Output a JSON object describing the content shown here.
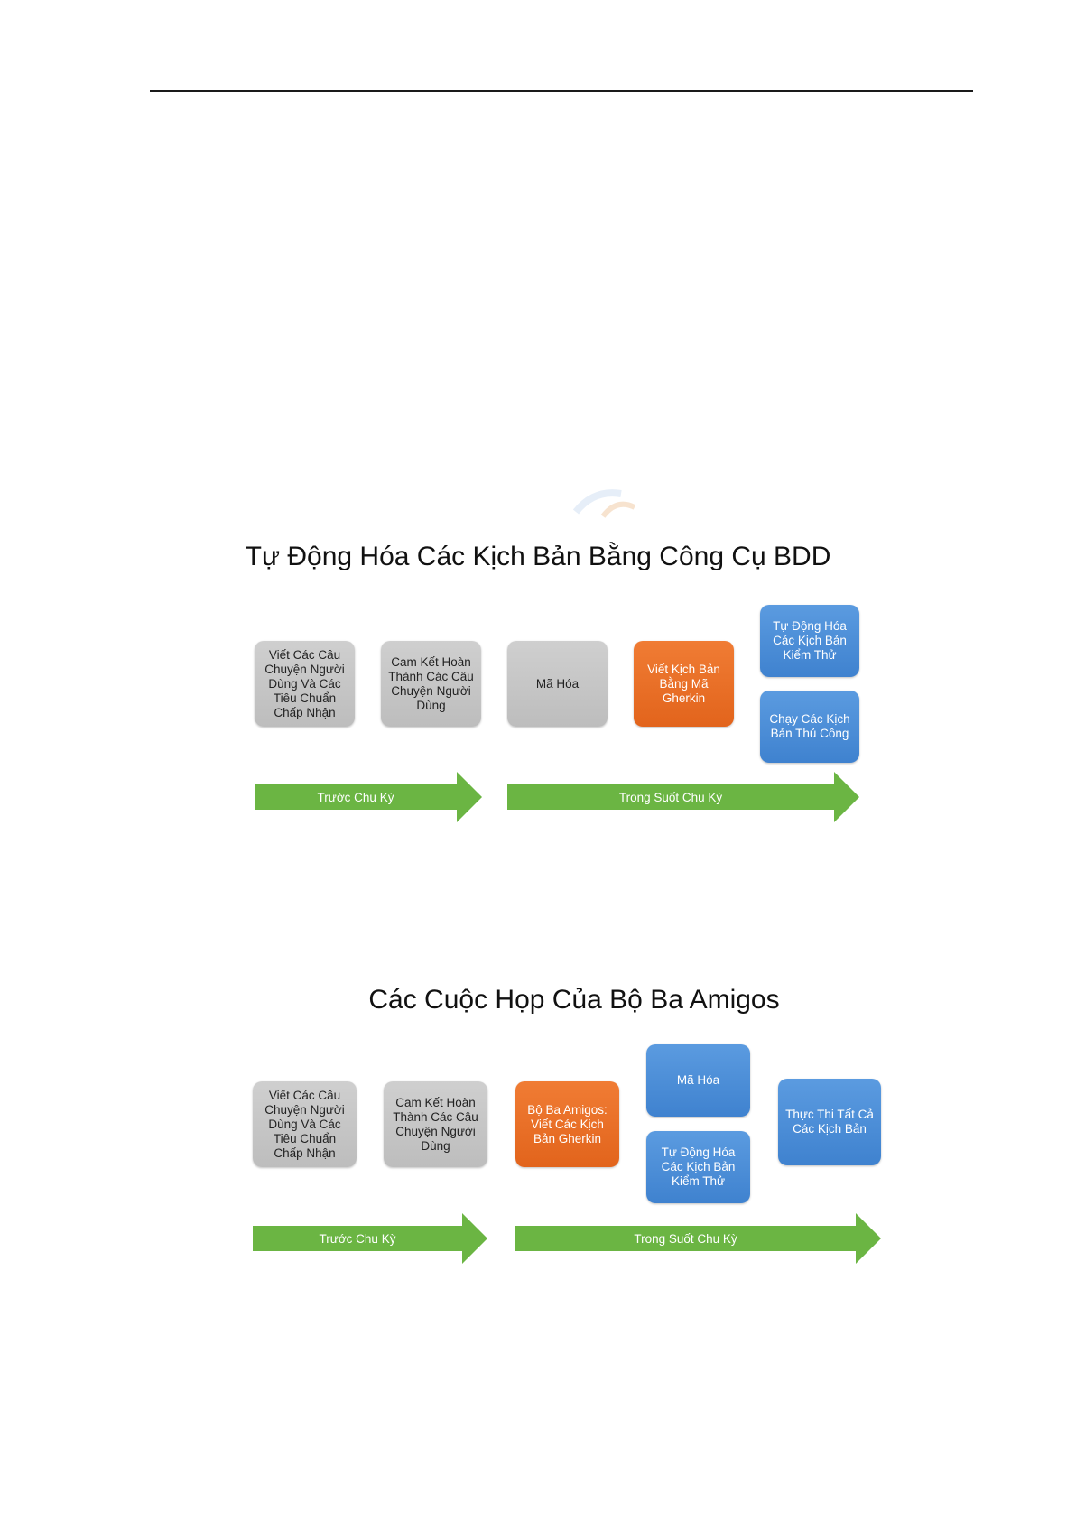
{
  "diagram1": {
    "title": "Tự Động Hóa Các Kịch Bản Bằng Công Cụ BDD",
    "boxes": {
      "write_stories": "Viết Các Câu Chuyện Người Dùng Và Các Tiêu Chuẩn Chấp Nhận",
      "commit_stories": "Cam Kết Hoàn Thành Các Câu Chuyện Người Dùng",
      "coding": "Mã Hóa",
      "write_gherkin": "Viết Kịch Bản Bằng Mã Gherkin",
      "automate": "Tự Động Hóa Các Kịch Bản Kiểm Thử",
      "run_manual": "Chạy Các Kịch Bản Thủ Công"
    },
    "arrows": {
      "before": "Trước Chu Kỳ",
      "during": "Trong Suốt Chu Kỳ"
    }
  },
  "diagram2": {
    "title": "Các Cuộc Họp Của Bộ Ba Amigos",
    "boxes": {
      "write_stories": "Viết Các Câu Chuyện Người Dùng Và Các Tiêu Chuẩn Chấp Nhận",
      "commit_stories": "Cam Kết Hoàn Thành Các Câu Chuyện Người Dùng",
      "amigos_gherkin": "Bộ Ba Amigos: Viết Các Kịch Bản Gherkin",
      "coding": "Mã Hóa",
      "automate": "Tự Động Hóa Các Kịch Bản Kiểm Thử",
      "run_all": "Thực Thi Tất Cả Các Kịch Bản"
    },
    "arrows": {
      "before": "Trước Chu Kỳ",
      "during": "Trong Suốt Chu Kỳ"
    }
  },
  "colors": {
    "gray_box": "#c6c6c6",
    "orange_box": "#ea6e24",
    "blue_box": "#4a8ed8",
    "arrow_green": "#6bb543"
  }
}
